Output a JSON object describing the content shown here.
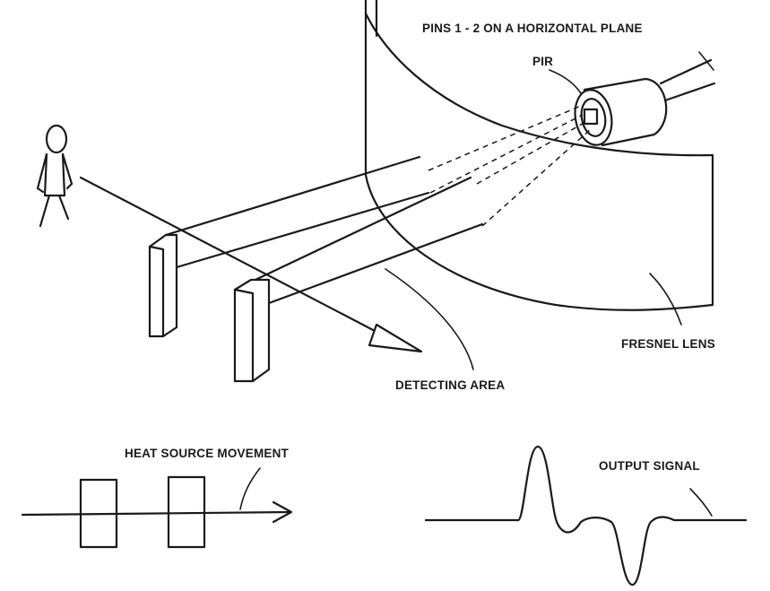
{
  "labels": {
    "pins": "PINS 1 - 2 ON A HORIZONTAL PLANE",
    "pir": "PIR",
    "fresnel": "FRESNEL LENS",
    "detecting": "DETECTING AREA",
    "heat": "HEAT SOURCE MOVEMENT",
    "output": "OUTPUT SIGNAL"
  },
  "colors": {
    "ink": "#1a1a1a",
    "background": "#ffffff"
  }
}
